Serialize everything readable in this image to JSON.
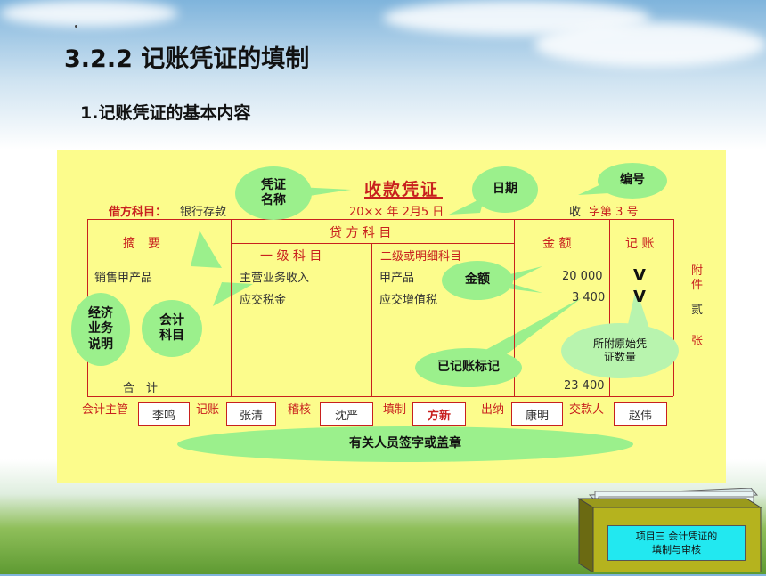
{
  "slide": {
    "title": "3.2.2 记账凭证的填制",
    "subtitle": "1.记账凭证的基本内容"
  },
  "voucher": {
    "title": "收款凭证",
    "debit_account_label": "借方科目：",
    "debit_account_value": "银行存款",
    "date": "20×× 年 2月5 日",
    "number_prefix": "收",
    "number_value": "字第 3 号",
    "headers": {
      "summary": "摘　要",
      "credit_account": "贷 方 科 目",
      "level1": "一 级 科 目",
      "level2": "二级或明细科目",
      "amount": "金 额",
      "posting": "记 账"
    },
    "rows": [
      {
        "summary": "销售甲产品",
        "level1": "主营业务收入",
        "level2": "甲产品",
        "amount": "20 000",
        "mark": "V"
      },
      {
        "summary": "",
        "level1": "应交税金",
        "level2": "应交增值税",
        "amount": "3 400",
        "mark": "V"
      }
    ],
    "total_label": "合　计",
    "total_amount": "23 400",
    "attachment": [
      "附",
      "件",
      "贰",
      "张"
    ],
    "signers": [
      {
        "role": "会计主管",
        "name": "李鸣"
      },
      {
        "role": "记账",
        "name": "张清"
      },
      {
        "role": "稽核",
        "name": "沈严"
      },
      {
        "role": "填制",
        "name": "方新"
      },
      {
        "role": "出纳",
        "name": "康明"
      },
      {
        "role": "交款人",
        "name": "赵伟"
      }
    ]
  },
  "callouts": {
    "voucher_name": "凭证\n名称",
    "date": "日期",
    "number": "编号",
    "business_desc": "经济\n业务\n说明",
    "account": "会计\n科目",
    "amount": "金额",
    "posted_mark": "已记账标记",
    "attach_count": "所附原始凭\n证数量",
    "signature": "有关人员签字或盖章"
  },
  "folder": {
    "label": "项目三 会计凭证的\n填制与审核"
  }
}
